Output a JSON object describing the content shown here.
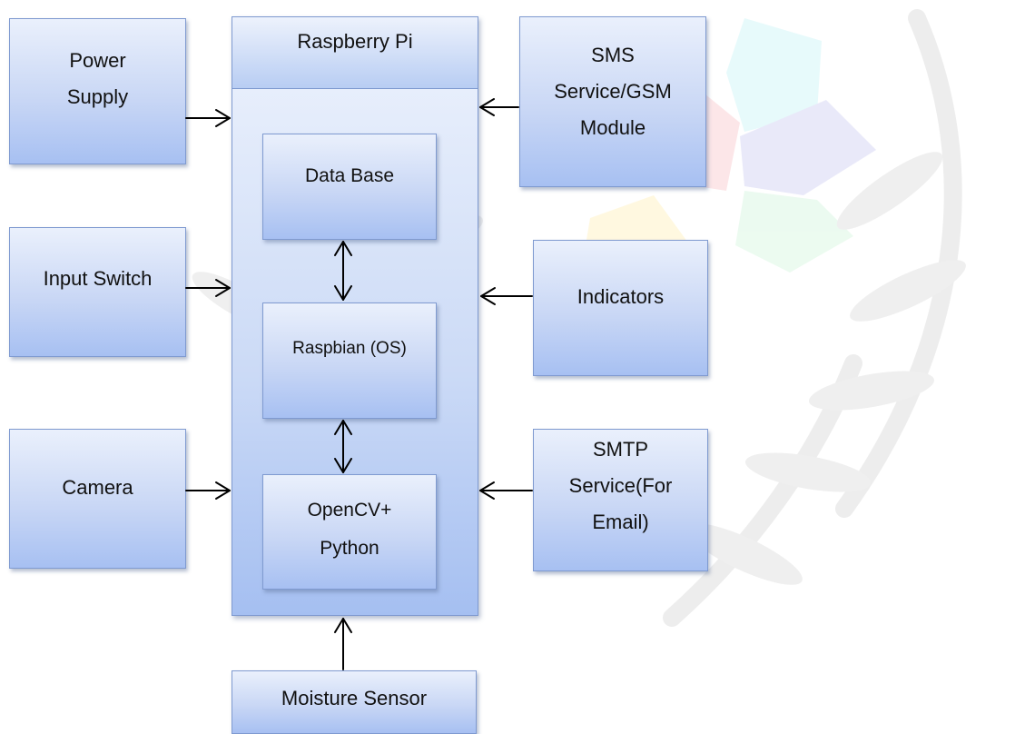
{
  "diagram": {
    "central": {
      "title": "Raspberry Pi"
    },
    "inner_blocks": {
      "database": "Data Base",
      "os": "Raspbian (OS)",
      "opencv": "OpenCV+\nPython"
    },
    "inputs_left": {
      "power_supply": "Power\nSupply",
      "input_switch": "Input Switch",
      "camera": "Camera"
    },
    "inputs_right": {
      "sms": "SMS\nService/GSM\nModule",
      "indicators": "Indicators",
      "smtp": "SMTP\nService(For\nEmail)"
    },
    "bottom": {
      "moisture_sensor": "Moisture Sensor"
    }
  },
  "colors": {
    "box_border": "#7f9ad0",
    "box_fill_top": "#eaf0fc",
    "box_fill_bottom": "#a7c0f2",
    "arrow": "#000000"
  }
}
